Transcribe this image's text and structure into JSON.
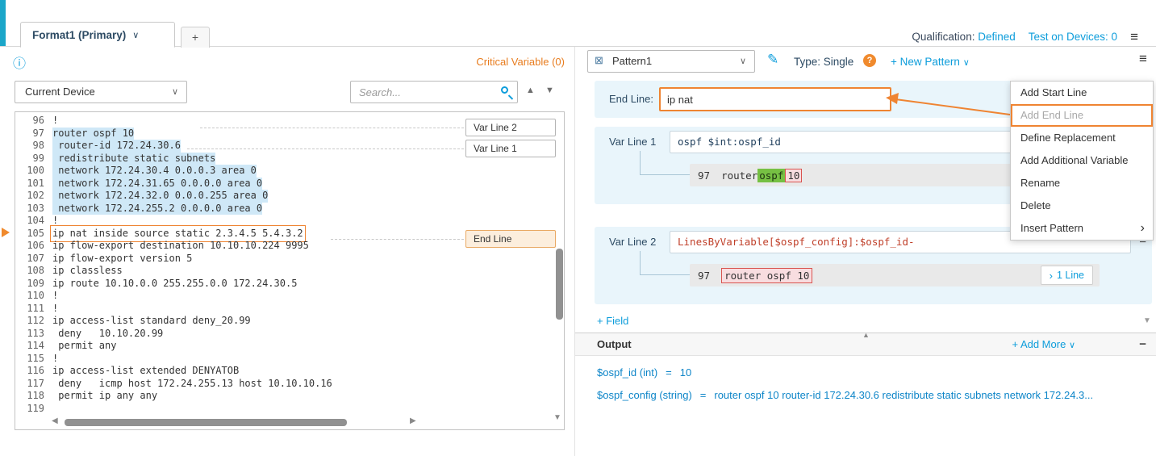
{
  "colors": {
    "link_blue": "#0d9ddb",
    "accent_orange": "#ef8432",
    "navy_text": "#2c4a63",
    "selection_blue": "#cfe8f7",
    "match_green": "#76c043",
    "match_red_bg": "#f8dde0",
    "match_red_border": "#d9534f",
    "card_blue": "#e9f5fb",
    "output_blue": "#0d85c8",
    "critical_orange": "#e87c1e"
  },
  "icons": {
    "chevron_down": "∨",
    "submenu_arrow": "›",
    "hamburger": "≡",
    "info": "ⓘ",
    "pencil": "✎",
    "pattern": "⊠",
    "search_prev": "▲",
    "search_next": "▼",
    "collapse_up": "▲",
    "scroll_down": "▼",
    "scroll_left": "◀",
    "scroll_right": "▶",
    "expand_chevron": "›"
  },
  "tabbar": {
    "active_tab": "Format1 (Primary)",
    "add_tab": "+",
    "qualification_label": "Qualification:",
    "qualification_value": "Defined",
    "test_on_devices": "Test on Devices: 0"
  },
  "left": {
    "critical_variable": "Critical Variable (0)",
    "device_select_value": "Current Device",
    "search_placeholder": "Search...",
    "tags": {
      "var_line_2": "Var Line 2",
      "var_line_1": "Var Line 1",
      "end_line": "End Line"
    },
    "code": {
      "lines": [
        {
          "no": 96,
          "text": "!"
        },
        {
          "no": 97,
          "text": "router ospf 10",
          "hl": true
        },
        {
          "no": 98,
          "text": " router-id 172.24.30.6",
          "hl": true
        },
        {
          "no": 99,
          "text": " redistribute static subnets",
          "hl": true
        },
        {
          "no": 100,
          "text": " network 172.24.30.4 0.0.0.3 area 0",
          "hl": true
        },
        {
          "no": 101,
          "text": " network 172.24.31.65 0.0.0.0 area 0",
          "hl": true
        },
        {
          "no": 102,
          "text": " network 172.24.32.0 0.0.0.255 area 0",
          "hl": true
        },
        {
          "no": 103,
          "text": " network 172.24.255.2 0.0.0.0 area 0",
          "hl": true
        },
        {
          "no": 104,
          "text": "!"
        },
        {
          "no": 105,
          "text": "ip nat inside source static 2.3.4.5 5.4.3.2",
          "boxed": true
        },
        {
          "no": 106,
          "text": "ip flow-export destination 10.10.10.224 9995"
        },
        {
          "no": 107,
          "text": "ip flow-export version 5"
        },
        {
          "no": 108,
          "text": "ip classless"
        },
        {
          "no": 109,
          "text": "ip route 10.10.0.0 255.255.0.0 172.24.30.5"
        },
        {
          "no": 110,
          "text": "!"
        },
        {
          "no": 111,
          "text": "!"
        },
        {
          "no": 112,
          "text": "ip access-list standard deny_20.99"
        },
        {
          "no": 113,
          "text": " deny   10.10.20.99"
        },
        {
          "no": 114,
          "text": " permit any"
        },
        {
          "no": 115,
          "text": "!"
        },
        {
          "no": 116,
          "text": "ip access-list extended DENYATOB"
        },
        {
          "no": 117,
          "text": " deny   icmp host 172.24.255.13 host 10.10.10.16"
        },
        {
          "no": 118,
          "text": " permit ip any any"
        },
        {
          "no": 119,
          "text": ""
        }
      ]
    }
  },
  "right": {
    "pattern_select_value": "Pattern1",
    "type_label": "Type: Single",
    "help_badge": "?",
    "new_pattern_link": "+ New Pattern",
    "end_line": {
      "label": "End Line:",
      "value": "ip nat"
    },
    "var_line_1": {
      "label": "Var Line 1",
      "expression": "ospf $int:ospf_id",
      "match_line_no": "97",
      "match_pre": "router ",
      "match_green": "ospf",
      "match_sep": " ",
      "match_red": "10"
    },
    "var_line_2": {
      "label": "Var Line 2",
      "expression": "LinesByVariable[$ospf_config]:$ospf_id-",
      "match_line_no": "97",
      "match_text": "router ospf 10",
      "expand_label": "1 Line"
    },
    "field_link": "+ Field",
    "menu": {
      "items": [
        {
          "label": "Add Start Line"
        },
        {
          "label": "Add End Line",
          "disabled": true,
          "highlighted": true
        },
        {
          "label": "Define Replacement"
        },
        {
          "label": "Add Additional Variable"
        },
        {
          "label": "Rename"
        },
        {
          "label": "Delete"
        },
        {
          "label": "Insert Pattern",
          "submenu": true
        }
      ]
    },
    "output": {
      "title": "Output",
      "add_more_link": "+ Add More",
      "minimize": "−",
      "rows": [
        {
          "name": "$ospf_id (int)",
          "eq": "=",
          "value": "10"
        },
        {
          "name": "$ospf_config (string)",
          "eq": "=",
          "value": "router ospf 10 router-id 172.24.30.6 redistribute static subnets network 172.24.3..."
        }
      ]
    }
  }
}
